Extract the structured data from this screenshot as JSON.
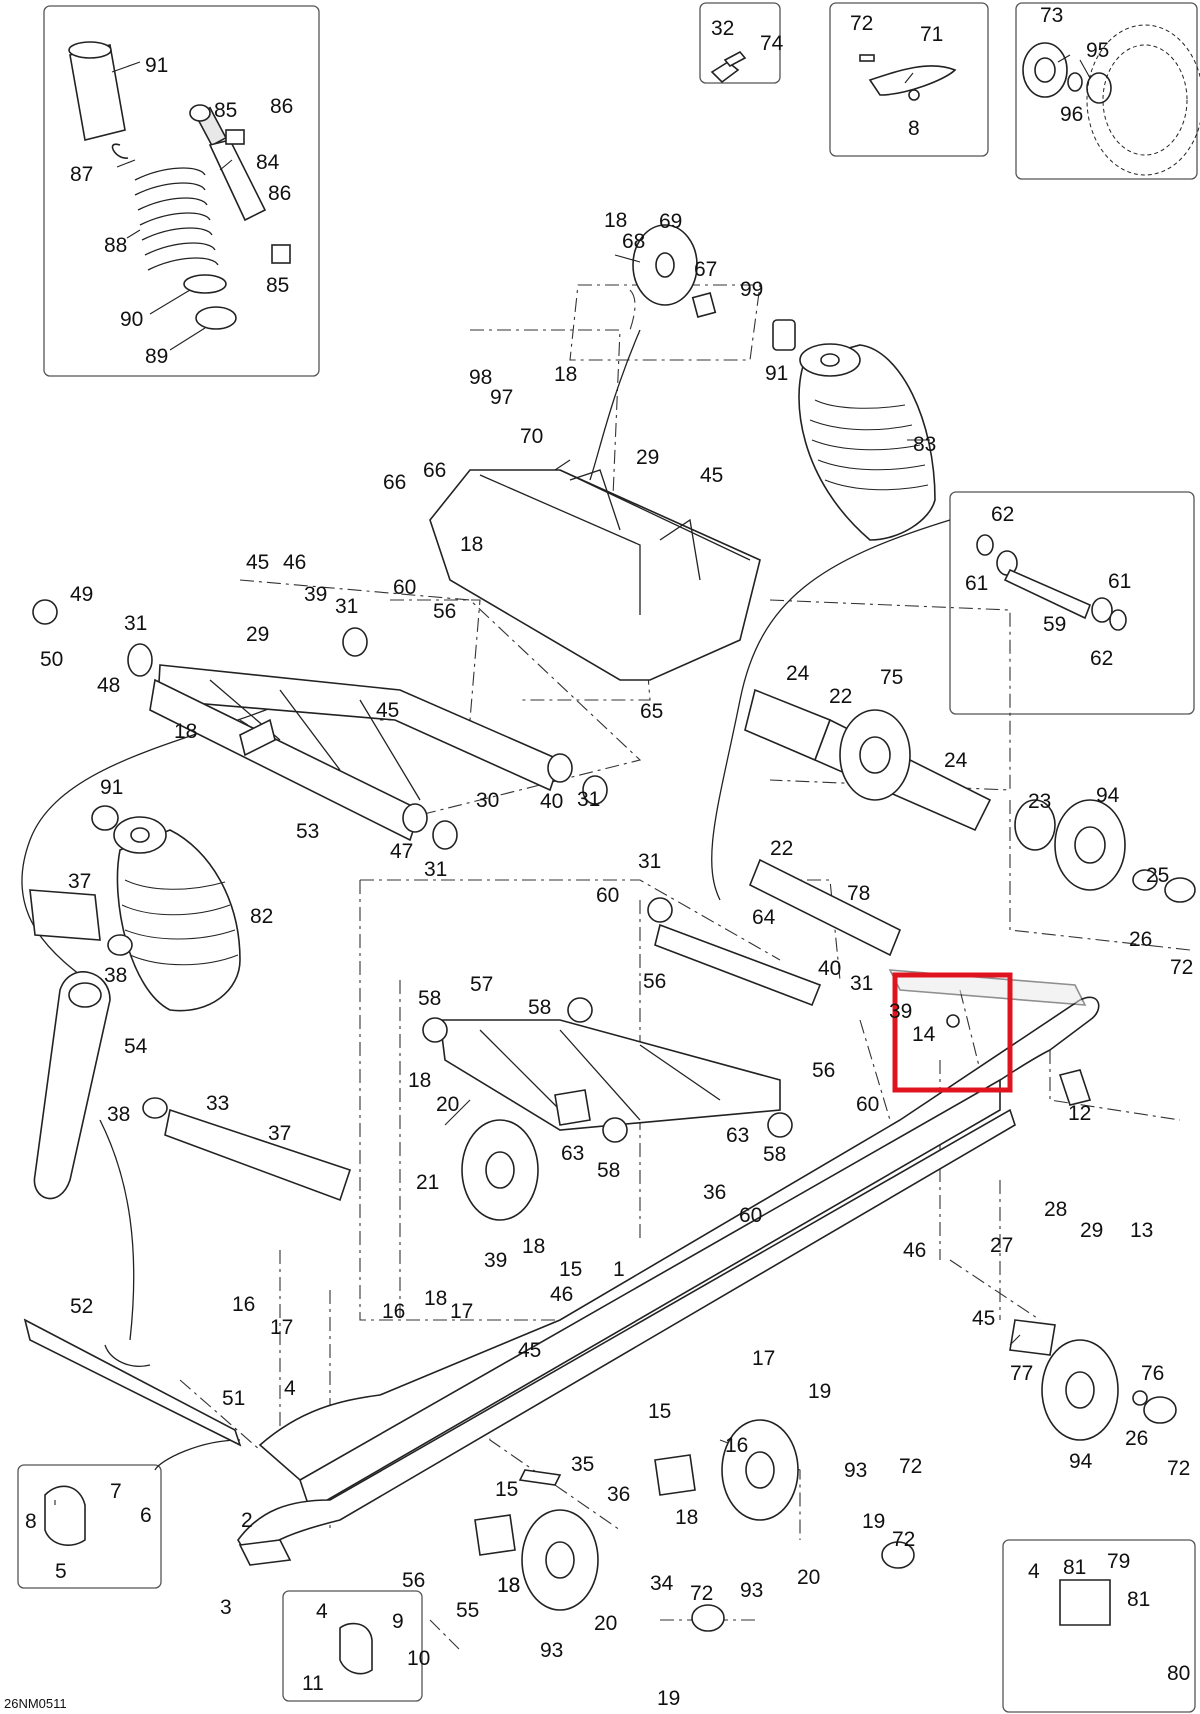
{
  "diagram": {
    "drawing_code": "26NM0511",
    "highlighted_part": "14",
    "highlight_color": "#e0141e",
    "labels": [
      "91",
      "85",
      "86",
      "87",
      "84",
      "86",
      "88",
      "85",
      "90",
      "89",
      "32",
      "74",
      "72",
      "71",
      "8",
      "73",
      "95",
      "96",
      "18",
      "68",
      "69",
      "67",
      "99",
      "91",
      "98",
      "97",
      "18",
      "70",
      "29",
      "45",
      "66",
      "66",
      "18",
      "60",
      "56",
      "83",
      "62",
      "61",
      "61",
      "59",
      "62",
      "45",
      "46",
      "39",
      "31",
      "49",
      "29",
      "31",
      "50",
      "48",
      "45",
      "18",
      "30",
      "40",
      "31",
      "91",
      "53",
      "47",
      "31",
      "65",
      "24",
      "22",
      "75",
      "24",
      "23",
      "94",
      "25",
      "26",
      "72",
      "37",
      "82",
      "38",
      "54",
      "31",
      "60",
      "64",
      "22",
      "78",
      "56",
      "40",
      "31",
      "39",
      "14",
      "56",
      "60",
      "58",
      "57",
      "58",
      "18",
      "20",
      "21",
      "63",
      "58",
      "63",
      "58",
      "36",
      "60",
      "12",
      "28",
      "29",
      "13",
      "27",
      "33",
      "37",
      "38",
      "18",
      "15",
      "1",
      "39",
      "46",
      "16",
      "17",
      "45",
      "18",
      "17",
      "16",
      "46",
      "45",
      "77",
      "76",
      "26",
      "94",
      "72",
      "52",
      "51",
      "4",
      "17",
      "19",
      "16",
      "93",
      "72",
      "15",
      "35",
      "15",
      "18",
      "36",
      "18",
      "34",
      "19",
      "72",
      "20",
      "93",
      "8",
      "7",
      "6",
      "5",
      "2",
      "56",
      "55",
      "3",
      "18",
      "93",
      "20",
      "72",
      "19",
      "4",
      "9",
      "11",
      "10",
      "4",
      "81",
      "79",
      "81",
      "80"
    ]
  }
}
